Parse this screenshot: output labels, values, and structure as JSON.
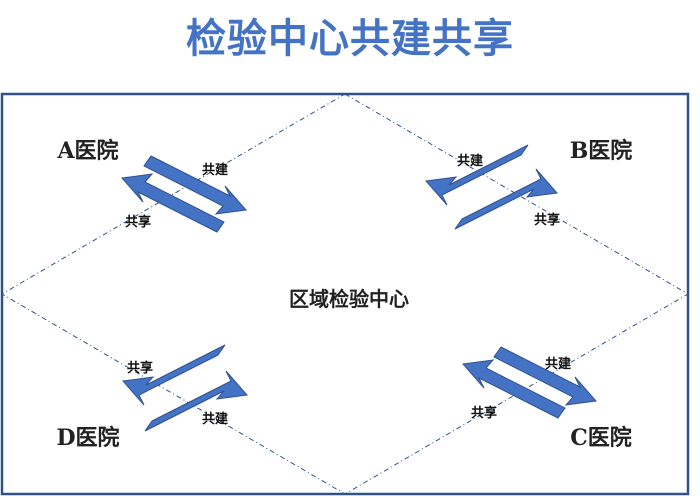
{
  "title": "检验中心共建共享",
  "center_label": "区域检验中心",
  "hospitals": {
    "a": "A医院",
    "b": "B医院",
    "c": "C医院",
    "d": "D医院"
  },
  "links": {
    "build": "共建",
    "share": "共享"
  },
  "colors": {
    "accent": "#4472C4",
    "arrow_fill": "#4472C4",
    "arrow_stroke": "#2F528F",
    "frame": "#2F528F"
  }
}
